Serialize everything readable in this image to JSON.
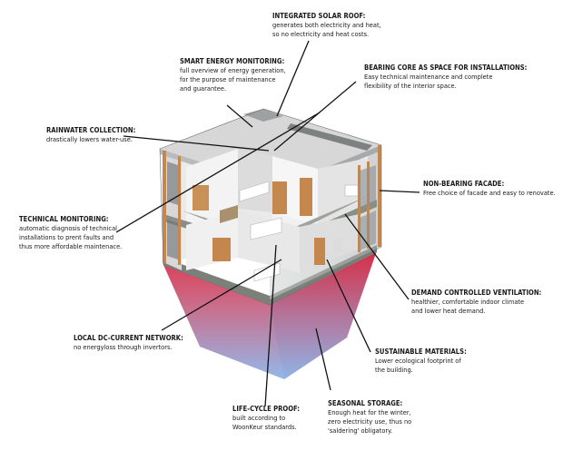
{
  "labels": {
    "solar_roof": {
      "title": "INTEGRATED SOLAR ROOF:",
      "lines": [
        "generates both electricity and heat,",
        "so no electricity and heat costs."
      ]
    },
    "smart_energy": {
      "title": "SMART ENERGY MONITORING:",
      "lines": [
        "full overview of energy generation,",
        "for the purpose of maintenance",
        "and guarantee."
      ]
    },
    "bearing_core": {
      "title": "BEARING CORE AS SPACE FOR INSTALLATIONS:",
      "lines": [
        "Easy technical maintenance and complete",
        "flexibility of the interior space."
      ]
    },
    "rainwater": {
      "title": "RAINWATER COLLECTION:",
      "lines": [
        "drastically lowers water-use."
      ]
    },
    "facade": {
      "title": "NON-BEARING FACADE:",
      "lines": [
        "Free choice of facade and easy to renovate."
      ]
    },
    "tech_monitoring": {
      "title": "TECHNICAL MONITORING:",
      "lines": [
        "automatic diagnosis of technical",
        "installations to prent faults and",
        "thus more affordable maintenace."
      ]
    },
    "ventilation": {
      "title": "DEMAND CONTROLLED VENTILATION:",
      "lines": [
        "healthier, comfortable indoor climate",
        "and lower heat demand."
      ]
    },
    "dc_network": {
      "title": "LOCAL DC-CURRENT NETWORK:",
      "lines": [
        "no energyloss through invertors."
      ]
    },
    "materials": {
      "title": "SUSTAINABLE MATERIALS:",
      "lines": [
        "Lower ecological footprint of",
        "the building."
      ]
    },
    "life_cycle": {
      "title": "LIFE-CYCLE PROOF:",
      "lines": [
        "built according to",
        "WoonKeur standards."
      ]
    },
    "seasonal": {
      "title": "SEASONAL STORAGE:",
      "lines": [
        "Enough heat for the winter,",
        "zero electricity use, thus no",
        "'saldering' obligatory."
      ]
    }
  },
  "colors": {
    "storage_top": "#e1344a",
    "storage_bottom": "#93b8ea",
    "wall": "#eeeeee",
    "floor": "#8d938c",
    "timber": "#c4884f",
    "leader_line": "#111111",
    "text": "#1a1a1a"
  }
}
